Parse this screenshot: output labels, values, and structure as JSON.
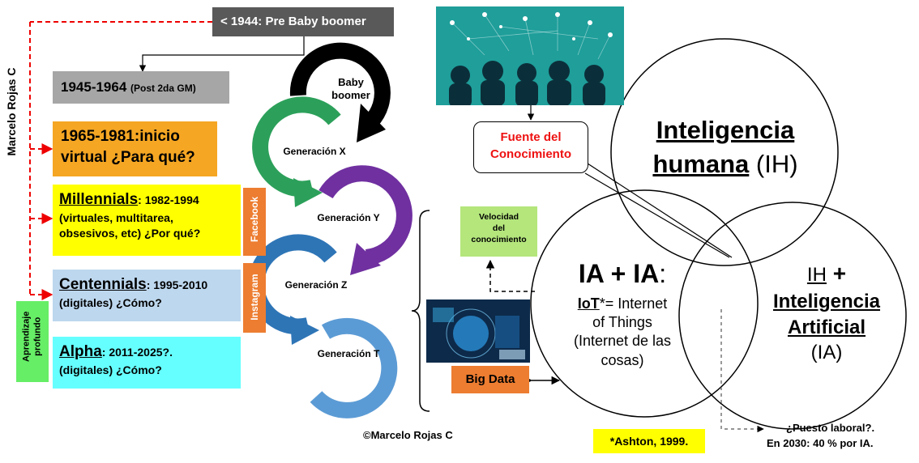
{
  "author_vertical": "Marcelo Rojas C",
  "pre_boomer": "< 1944: Pre Baby boomer",
  "boomer_years": "1945-1964",
  "boomer_note": "(Post 2da GM)",
  "genx_line1": "1965-1981:inicio",
  "genx_line2": "virtual ¿Para qué?",
  "millennials_name": "Millennials",
  "millennials_years": ": 1982-1994",
  "millennials_line2": "(virtuales, multitarea,",
  "millennials_line3": "obsesivos, etc) ¿Por qué?",
  "centennials_name": "Centennials",
  "centennials_years": ": 1995-2010",
  "centennials_line2": "(digitales) ¿Cómo?",
  "alpha_name": "Alpha",
  "alpha_years": ": 2011-2025?.",
  "alpha_line2": "(digitales) ¿Cómo?",
  "facebook": "Facebook",
  "instagram": "Instagram",
  "deep_learning": "Aprendizaje profundo",
  "arc_labels": {
    "boomer": "Baby boomer",
    "x": "Generación X",
    "y": "Generación Y",
    "z": "Generación Z",
    "t": "Generación T"
  },
  "copyright": "©Marcelo Rojas C",
  "fuente_line1": "Fuente del",
  "fuente_line2": "Conocimiento",
  "velocidad_line1": "Velocidad",
  "velocidad_line2": "del",
  "velocidad_line3": "conocimiento",
  "big_data": "Big Data",
  "ih_line1": "Inteligencia",
  "ih_line2a": "humana",
  "ih_line2b": " (IH)",
  "iaia_title": "IA + IA",
  "iaia_colon": ":",
  "iot_abbr": "IoT",
  "iot_rest": "*= Internet",
  "iot_line2": "of Things",
  "iot_line3": "(Internet de las",
  "iot_line4": "cosas)",
  "ihai_line1a": "IH",
  "ihai_line1b": " +",
  "ihai_line2": "Inteligencia",
  "ihai_line3": "Artificial",
  "ihai_line4": "(IA)",
  "ashton": "*Ashton, 1999.",
  "puesto_line1": "¿Puesto laboral?.",
  "puesto_line2": "En 2030: 40 % por IA.",
  "colors": {
    "dark_gray": "#595959",
    "gray": "#a6a6a6",
    "orange": "#f5a623",
    "yellow": "#ffff00",
    "light_blue": "#bdd7ee",
    "cyan": "#66ffff",
    "brand_orange": "#ed7d31",
    "green": "#66ee66",
    "light_green": "#b4e67c",
    "red": "#ee1111"
  }
}
